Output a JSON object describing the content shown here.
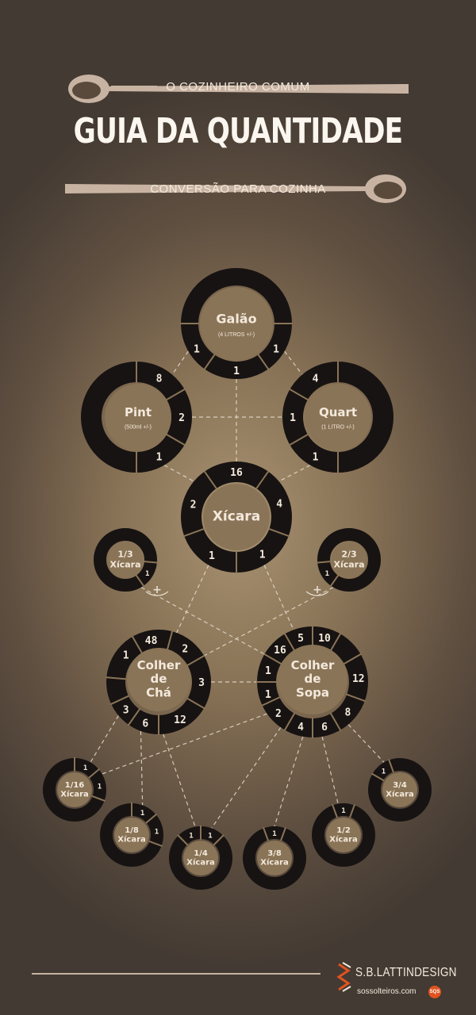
{
  "header": {
    "subtitle_top": "O COZINHEIRO COMUM",
    "title": "GUIA DA QUANTIDADE",
    "subtitle_bottom": "CONVERSÃO PARA COZINHA"
  },
  "colors": {
    "ring": "#171312",
    "center": "#8a7457",
    "text": "#f3e9dc",
    "connector": "#e6dccd"
  },
  "icons": [
    "spoon-icon",
    "spoon-icon",
    "sb-lattin-logo-icon",
    "sqs-badge-icon"
  ],
  "nodes": [
    {
      "id": "galao",
      "title": "Galão",
      "subtitle": "(4 LITROS +/-)",
      "labels": [
        "1",
        "1",
        "1"
      ]
    },
    {
      "id": "pint",
      "title": "Pint",
      "subtitle": "(500ml +/-)",
      "labels": [
        "8",
        "2",
        "1"
      ]
    },
    {
      "id": "quart",
      "title": "Quart",
      "subtitle": "(1 LITRO +/-)",
      "labels": [
        "4",
        "1",
        "1"
      ]
    },
    {
      "id": "xicara",
      "title": "Xícara",
      "subtitle": "",
      "labels": [
        "16",
        "4",
        "1",
        "1",
        "2"
      ]
    },
    {
      "id": "terco",
      "title": "1/3\nXícara",
      "subtitle": "",
      "labels": [
        "1"
      ]
    },
    {
      "id": "doisTercos",
      "title": "2/3\nXícara",
      "subtitle": "",
      "labels": [
        "1"
      ]
    },
    {
      "id": "cha",
      "title": "Colher\nde\nChá",
      "subtitle": "",
      "labels": [
        "48",
        "2",
        "3",
        "12",
        "6",
        "3",
        "1"
      ]
    },
    {
      "id": "sopa",
      "title": "Colher\nde\nSopa",
      "subtitle": "",
      "labels": [
        "16",
        "10",
        "5",
        "1",
        "1",
        "2",
        "4",
        "6",
        "8",
        "12"
      ]
    },
    {
      "id": "x16",
      "title": "1/16\nXícara",
      "subtitle": "",
      "labels": [
        "1",
        "1"
      ]
    },
    {
      "id": "x8",
      "title": "1/8\nXícara",
      "subtitle": "",
      "labels": [
        "1",
        "1"
      ]
    },
    {
      "id": "x4",
      "title": "1/4\nXícara",
      "subtitle": "",
      "labels": [
        "1",
        "1"
      ]
    },
    {
      "id": "x38",
      "title": "3/8\nXícara",
      "subtitle": "",
      "labels": [
        "1"
      ]
    },
    {
      "id": "x2",
      "title": "1/2\nXícara",
      "subtitle": "",
      "labels": [
        "1"
      ]
    },
    {
      "id": "x34",
      "title": "3/4\nXícara",
      "subtitle": "",
      "labels": [
        "1"
      ]
    }
  ],
  "plus_signs": [
    "+",
    "+"
  ],
  "footer": {
    "brand": "S.B.LATTINDESIGN",
    "url": "sossolteiros.com",
    "badge": "SQS"
  }
}
